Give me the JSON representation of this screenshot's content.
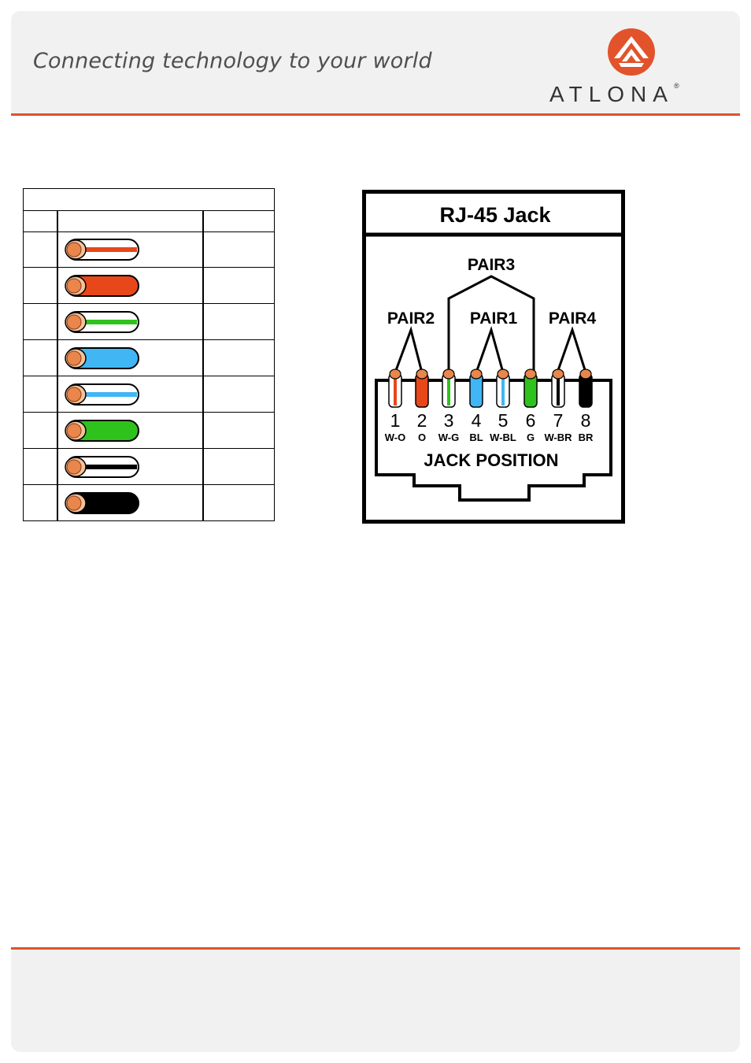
{
  "header": {
    "tagline": "Connecting technology to your world",
    "brand": "ATLONA",
    "brand_mark": "registered"
  },
  "colors": {
    "accent": "#e2532b",
    "orange": "#e8471a",
    "green": "#2fc21c",
    "blue": "#40b6f5",
    "brown_black": "#000000",
    "copper": "#e8864c"
  },
  "wire_table": {
    "title": "",
    "headers": [
      "",
      "",
      ""
    ],
    "rows": [
      {
        "pin": "",
        "wire": "white-orange",
        "label": ""
      },
      {
        "pin": "",
        "wire": "orange",
        "label": ""
      },
      {
        "pin": "",
        "wire": "white-green",
        "label": ""
      },
      {
        "pin": "",
        "wire": "blue",
        "label": ""
      },
      {
        "pin": "",
        "wire": "white-blue",
        "label": ""
      },
      {
        "pin": "",
        "wire": "green",
        "label": ""
      },
      {
        "pin": "",
        "wire": "white-brown",
        "label": ""
      },
      {
        "pin": "",
        "wire": "brown",
        "label": ""
      }
    ]
  },
  "jack": {
    "title": "RJ-45 Jack",
    "pairs": [
      "PAIR2",
      "PAIR3",
      "PAIR1",
      "PAIR4"
    ],
    "pins": [
      {
        "number": "1",
        "code": "W-O"
      },
      {
        "number": "2",
        "code": "O"
      },
      {
        "number": "3",
        "code": "W-G"
      },
      {
        "number": "4",
        "code": "BL"
      },
      {
        "number": "5",
        "code": "W-BL"
      },
      {
        "number": "6",
        "code": "G"
      },
      {
        "number": "7",
        "code": "W-BR"
      },
      {
        "number": "8",
        "code": "BR"
      }
    ],
    "position_label": "JACK POSITION"
  }
}
